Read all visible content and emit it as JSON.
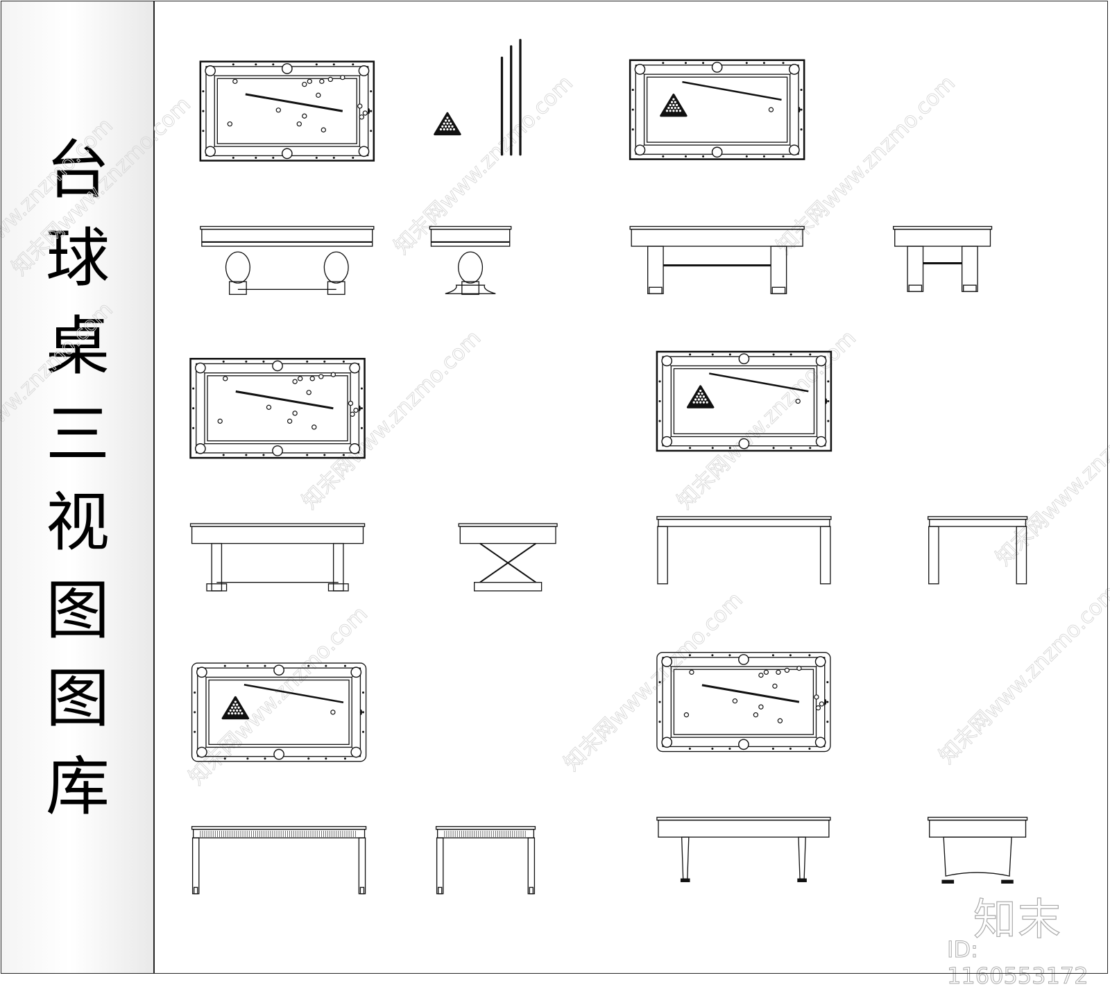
{
  "title": {
    "chars": [
      "台",
      "球",
      "桌",
      "三",
      "视",
      "图",
      "图",
      "库"
    ]
  },
  "watermark": {
    "text": "知末网www.znzmo.com",
    "color": "#d8d8d8"
  },
  "brand": {
    "logo_text": "知末",
    "id_label": "ID: 1160553172"
  },
  "drawing": {
    "line_color": "#111111",
    "top_views": [
      {
        "label": "table-1-plan",
        "decor": "balls"
      },
      {
        "label": "table-2-plan",
        "decor": "rack"
      },
      {
        "label": "table-3-plan",
        "decor": "balls"
      },
      {
        "label": "table-4-plan",
        "decor": "rack"
      },
      {
        "label": "table-5-plan",
        "decor": "rack"
      },
      {
        "label": "table-6-plan",
        "decor": "balls"
      }
    ],
    "accessories": [
      "ball-rack",
      "cue-sticks"
    ],
    "elevations": [
      {
        "label": "table-1-front",
        "legs": "baluster"
      },
      {
        "label": "table-1-side",
        "legs": "pedestal"
      },
      {
        "label": "table-2-front",
        "legs": "square"
      },
      {
        "label": "table-2-side",
        "legs": "square"
      },
      {
        "label": "table-3-front",
        "legs": "trestle"
      },
      {
        "label": "table-3-side",
        "legs": "cross"
      },
      {
        "label": "table-4-front",
        "legs": "plain"
      },
      {
        "label": "table-4-side",
        "legs": "plain"
      },
      {
        "label": "table-5-front",
        "legs": "slim"
      },
      {
        "label": "table-5-side",
        "legs": "slim"
      },
      {
        "label": "table-6-front",
        "legs": "tapered"
      },
      {
        "label": "table-6-side",
        "legs": "cabinet"
      }
    ]
  }
}
